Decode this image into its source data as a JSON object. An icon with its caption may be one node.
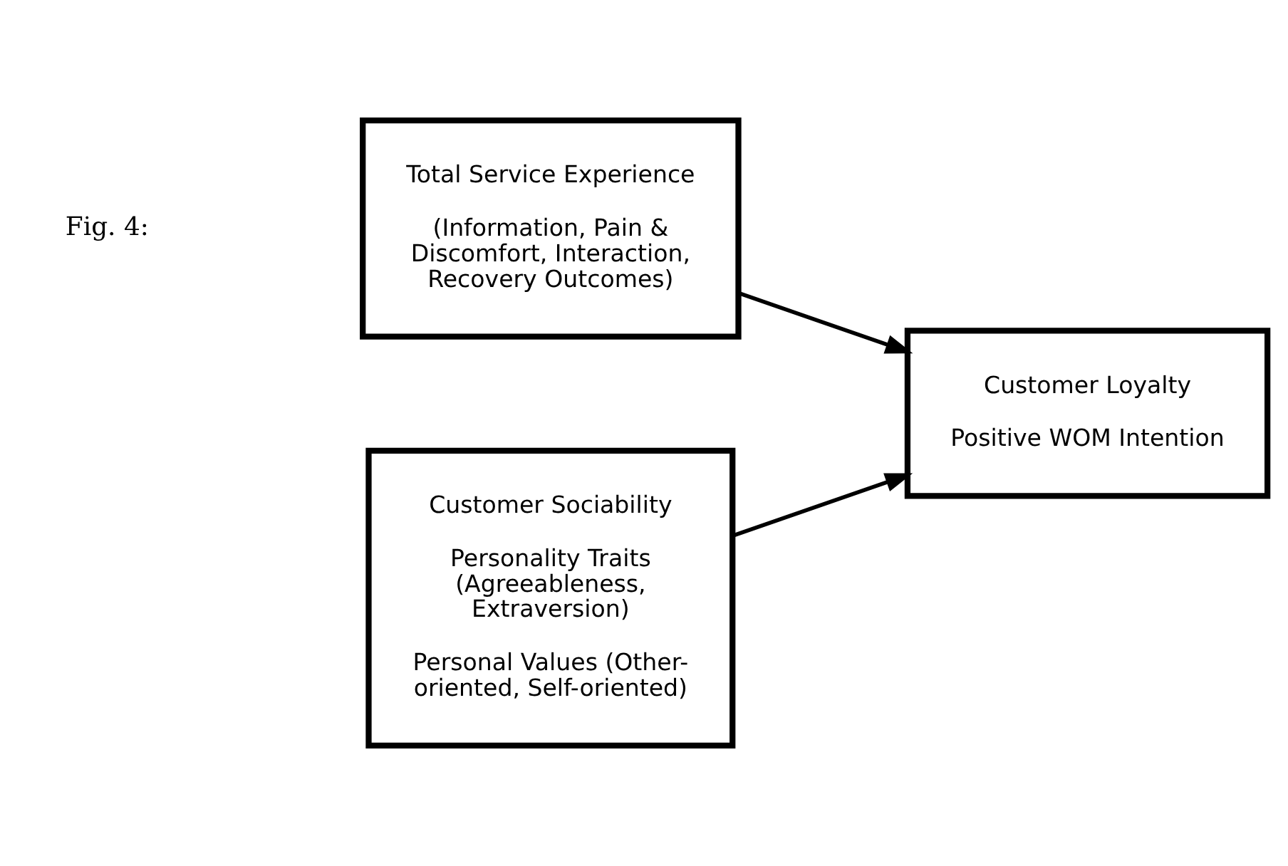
{
  "diagram": {
    "nodes": [
      {
        "text": [
          "Customer Sociability",
          "Personality Traits (Agreeableness, Extraversion)",
          "Personal Values (Other-oriented, Self-oriented)"
        ]
      },
      {
        "text": [
          "Customer Loyalty",
          "Positive WOM Intention"
        ]
      },
      {
        "text": [
          "Total Service Experience",
          "(Information, Pain & Discomfort, Interaction, Recovery Outcomes)"
        ]
      }
    ],
    "edges": [
      {
        "from": 0,
        "to": 1,
        "arrow": "to"
      },
      {
        "from": 2,
        "to": 1,
        "arrow": "to"
      }
    ],
    "labels": [
      "Fig. 4:"
    ]
  }
}
